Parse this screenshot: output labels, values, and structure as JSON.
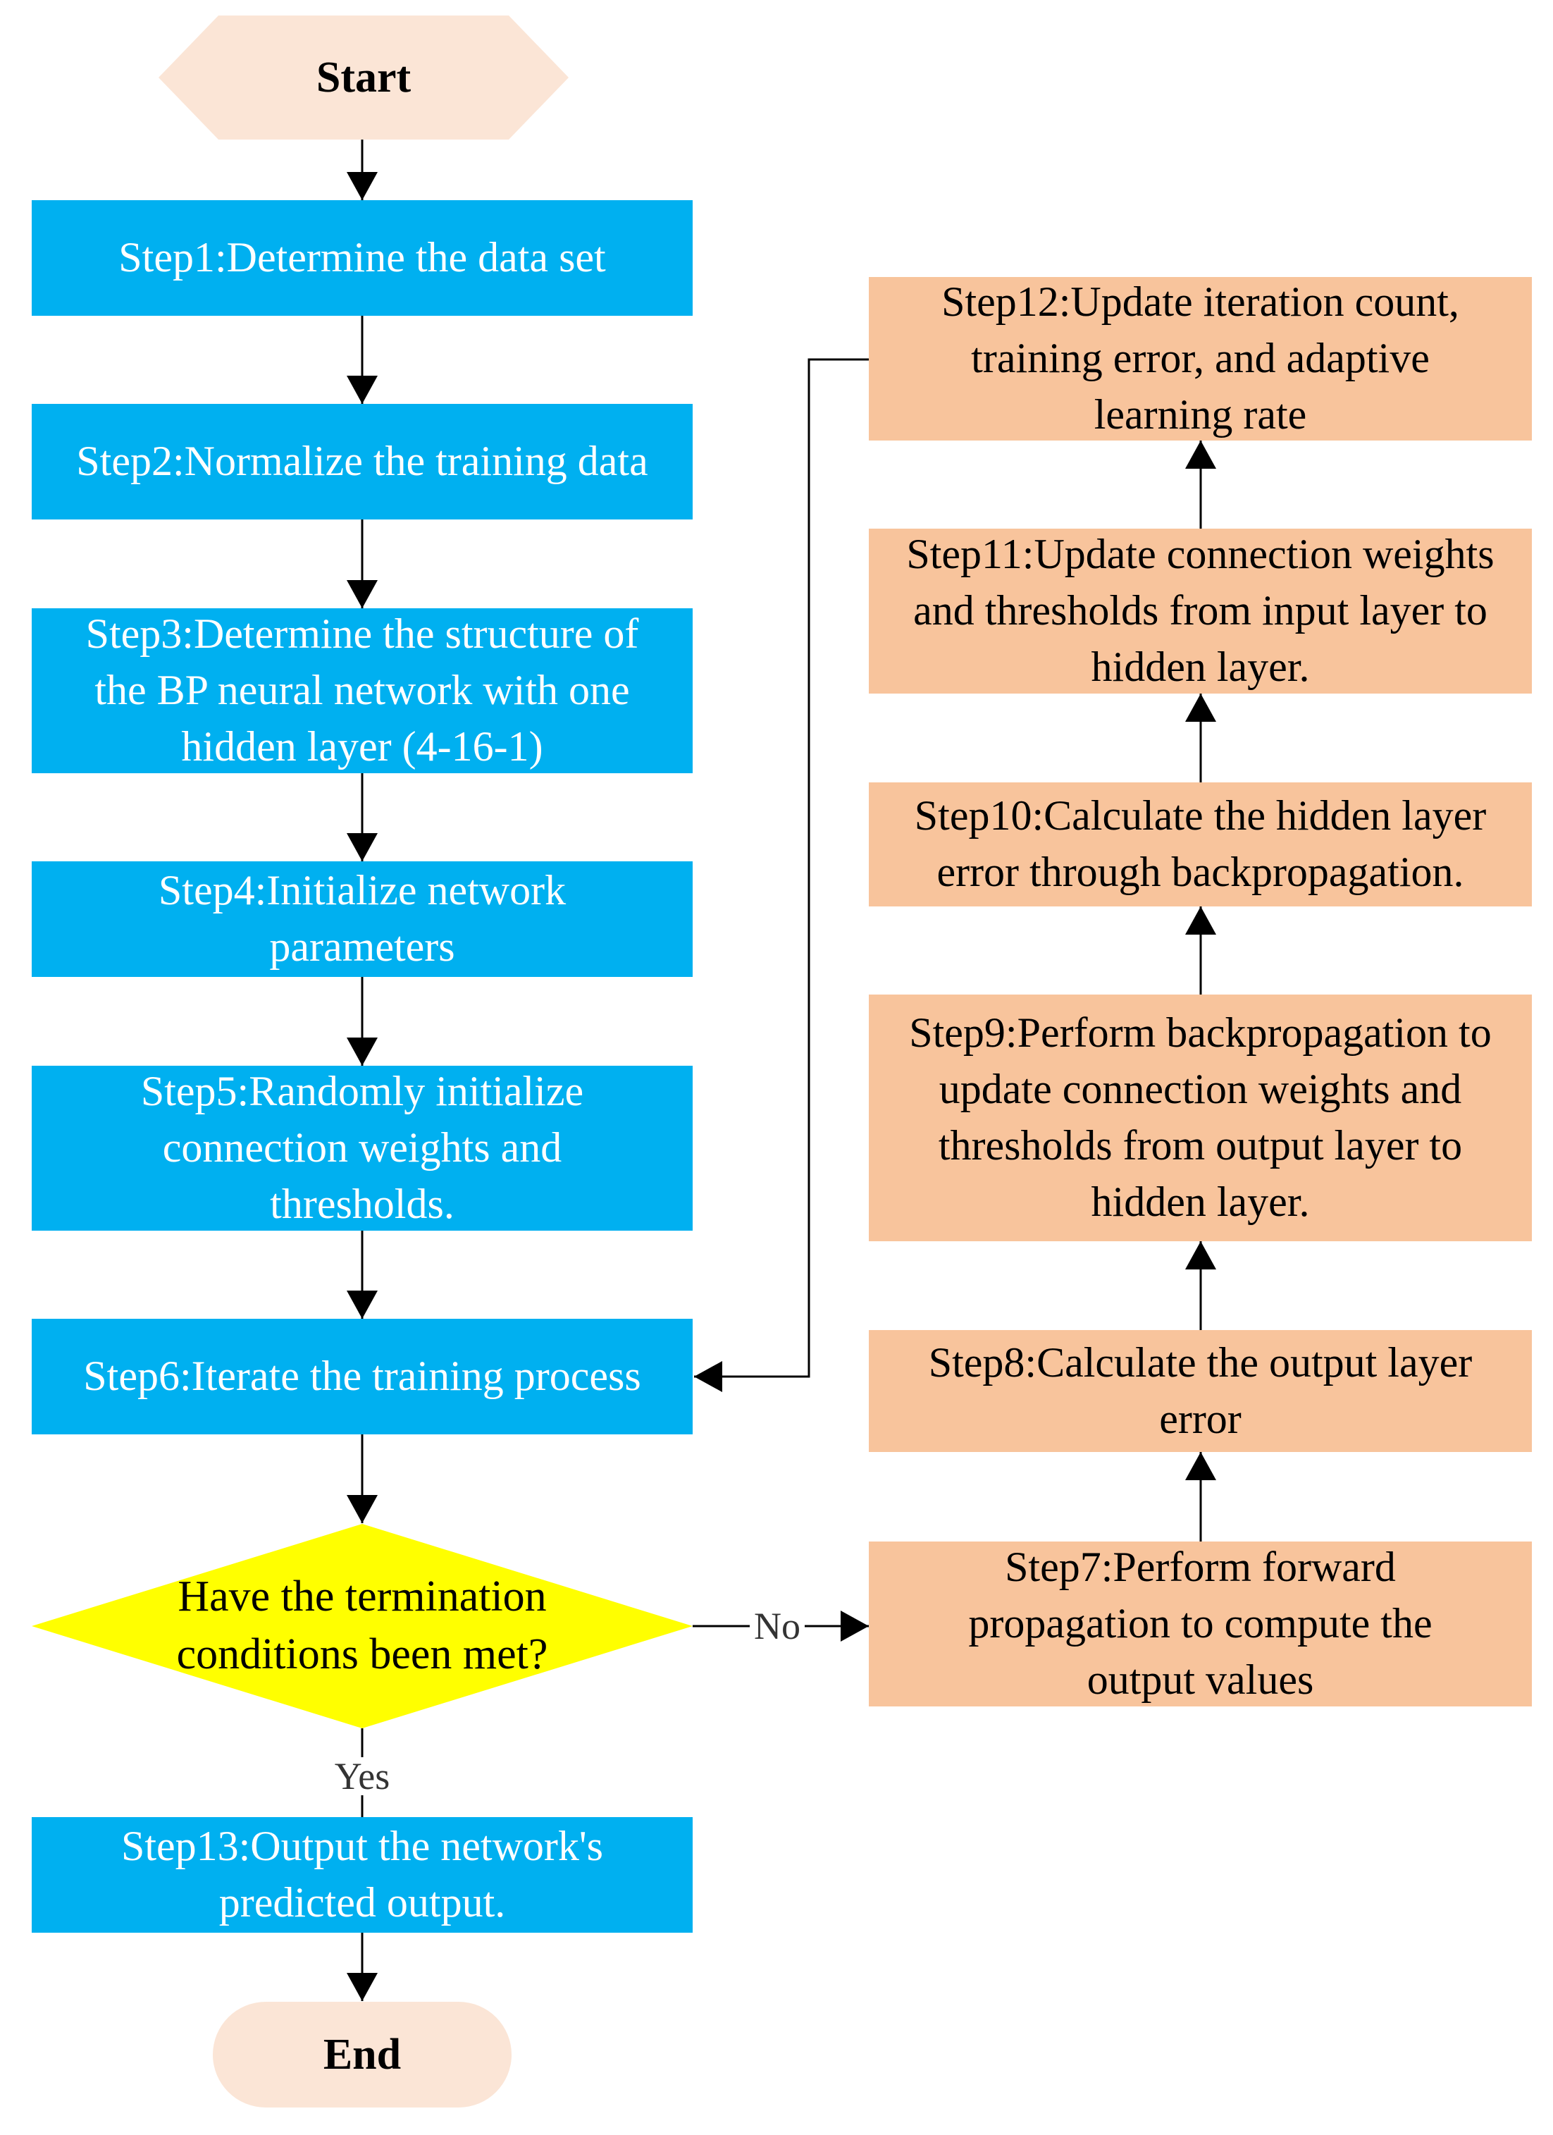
{
  "colors": {
    "process_blue": "#00b0f0",
    "process_peach": "#f8c49c",
    "terminal_fill": "#fbe5d6",
    "decision_yellow": "#ffff00",
    "connector": "#000000"
  },
  "nodes": {
    "start": "Start",
    "end": "End",
    "step1": "Step1:Determine the data set",
    "step2": "Step2:Normalize the training data",
    "step3": "Step3:Determine the structure of the BP neural network with one hidden layer (4-16-1)",
    "step4": "Step4:Initialize network parameters",
    "step5": "Step5:Randomly initialize connection weights and thresholds.",
    "step6": "Step6:Iterate the training process",
    "decision": "Have the termination conditions been met?",
    "step7": "Step7:Perform forward propagation to compute the output values",
    "step8": "Step8:Calculate the output layer error",
    "step9": "Step9:Perform backpropagation to update connection weights and thresholds from output layer to hidden layer.",
    "step10": "Step10:Calculate the hidden layer error through backpropagation.",
    "step11": "Step11:Update connection weights and thresholds from input layer to hidden layer.",
    "step12": "Step12:Update iteration count, training error, and adaptive learning rate",
    "step13": "Step13:Output the network's predicted output."
  },
  "edge_labels": {
    "no": "No",
    "yes": "Yes"
  }
}
